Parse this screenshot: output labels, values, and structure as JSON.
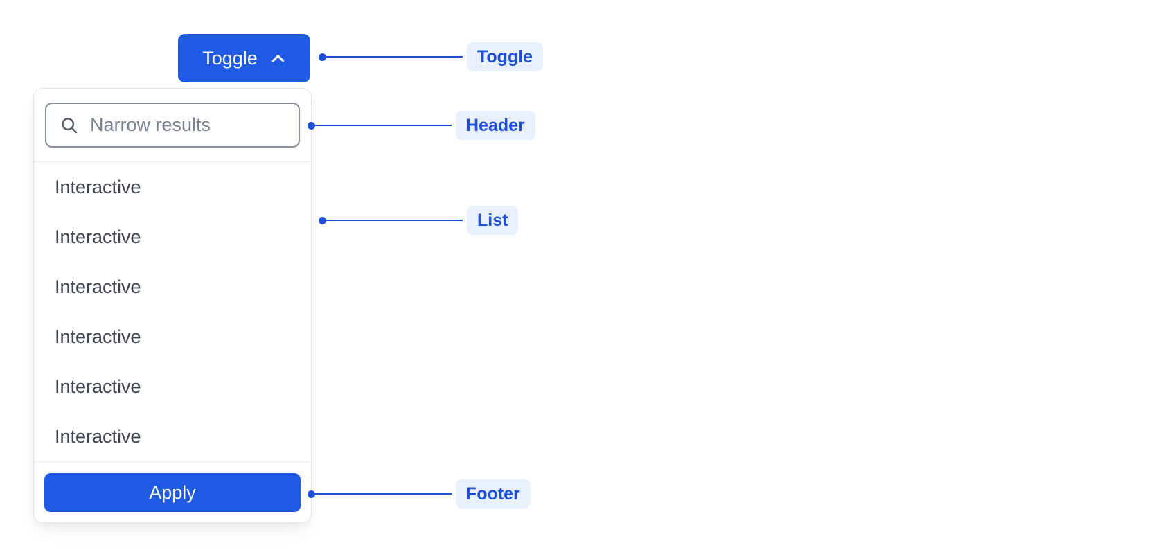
{
  "colors": {
    "primary": "#1e5ae4",
    "annotation": "#1d4fd7",
    "annotation_bg": "#e9f0fd",
    "panel_border": "#e2e4e9",
    "divider": "#ecedf1",
    "input_border": "#878e9c",
    "placeholder": "#7b8292",
    "icon": "#565d6b",
    "list_text": "#3f4452",
    "canvas_bg": "#ffffff"
  },
  "toggle_button": {
    "label": "Toggle",
    "icon": "chevron-up-icon"
  },
  "dropdown": {
    "header": {
      "search": {
        "icon": "search-icon",
        "placeholder": "Narrow results",
        "value": ""
      }
    },
    "list": {
      "items": [
        {
          "label": "Interactive"
        },
        {
          "label": "Interactive"
        },
        {
          "label": "Interactive"
        },
        {
          "label": "Interactive"
        },
        {
          "label": "Interactive"
        },
        {
          "label": "Interactive"
        }
      ]
    },
    "footer": {
      "apply_label": "Apply"
    }
  },
  "annotations": [
    {
      "label": "Toggle"
    },
    {
      "label": "Header"
    },
    {
      "label": "List"
    },
    {
      "label": "Footer"
    }
  ]
}
